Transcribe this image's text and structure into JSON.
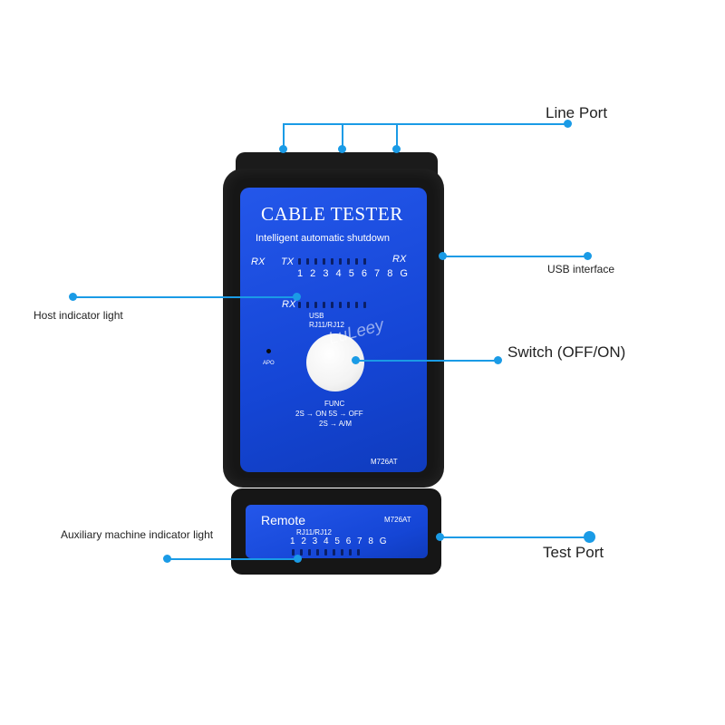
{
  "callouts": {
    "line_port": "Line Port",
    "usb_interface": "USB interface",
    "host_indicator": "Host indicator light",
    "switch": "Switch (OFF/ON)",
    "auxiliary_indicator": "Auxiliary machine indicator light",
    "test_port": "Test Port"
  },
  "device": {
    "title": "CABLE TESTER",
    "subtitle": "Intelligent automatic shutdown",
    "rx_left": "RX",
    "tx": "TX",
    "rx_right": "RX",
    "digits": "1 2 3 4 5 6 7 8 G",
    "rx_second": "RX",
    "usb": "USB",
    "rj": "RJ11/RJ12",
    "apo": "APO",
    "watermark": "LuLeey",
    "func": "FUNC",
    "func_line1": "2S → ON   5S → OFF",
    "func_line2": "2S → A/M",
    "model": "M726AT"
  },
  "remote": {
    "label": "Remote",
    "model": "M726AT",
    "rj": "RJ11/RJ12",
    "digits": "1 2 3 4 5 6 7 8 G"
  },
  "colors": {
    "callout": "#1a9be6",
    "panel": "#1e4ee6",
    "housing": "#161616"
  }
}
